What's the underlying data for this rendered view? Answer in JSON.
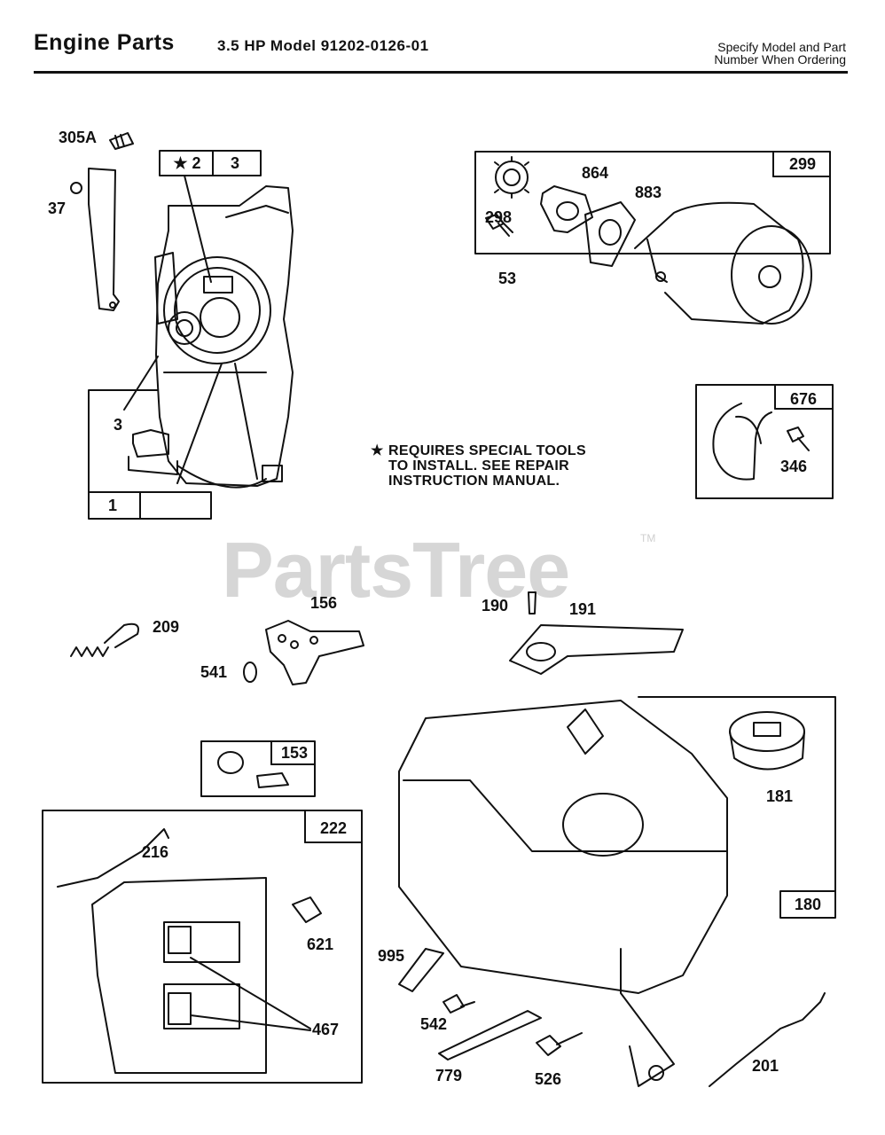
{
  "header": {
    "title": "Engine Parts",
    "model": "3.5 HP Model 91202-0126-01",
    "note_line1": "Specify Model and Part",
    "note_line2": "Number When Ordering"
  },
  "note": {
    "star": "★",
    "line1": "REQUIRES SPECIAL TOOLS",
    "line2": "TO INSTALL.  SEE REPAIR",
    "line3": "INSTRUCTION MANUAL."
  },
  "watermark": {
    "text": "PartsTree",
    "tm": "TM"
  },
  "callouts": {
    "p305A": "305A",
    "p37": "37",
    "p3a": "3",
    "p3b": "3",
    "p2": "★ 2",
    "p1": "1",
    "p299": "299",
    "p298": "298",
    "p864": "864",
    "p883": "883",
    "p53": "53",
    "p676": "676",
    "p346": "346",
    "p209": "209",
    "p156": "156",
    "p541": "541",
    "p190": "190",
    "p191": "191",
    "p153": "153",
    "p222": "222",
    "p216": "216",
    "p621": "621",
    "p467": "467",
    "p181": "181",
    "p180": "180",
    "p995": "995",
    "p542": "542",
    "p779": "779",
    "p526": "526",
    "p201": "201"
  }
}
